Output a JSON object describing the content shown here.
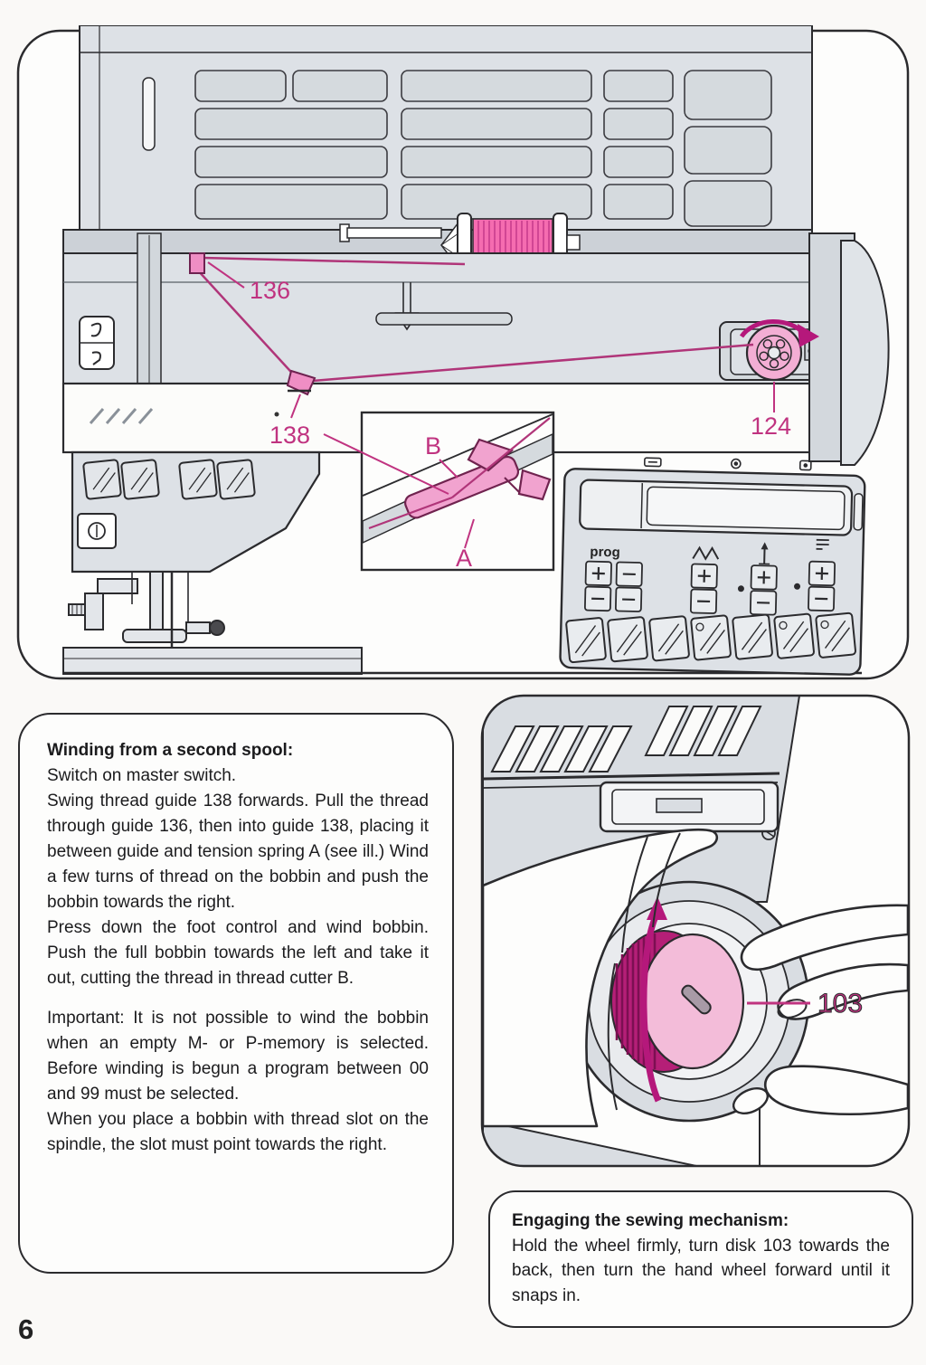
{
  "page": {
    "number": "6"
  },
  "colors": {
    "magenta_label": "#c03380",
    "thread": "#b03579",
    "arrow": "#b5187b",
    "spool_pink": "#f56cb0",
    "disk_pink": "#f3bcd9",
    "machine_gray": "#dce0e5",
    "line": "#2b2b2e"
  },
  "top_illustration": {
    "labels": {
      "guide_upper": "136",
      "guide_lower": "138",
      "bobbin_winder": "124",
      "tension_spring": "A",
      "thread_cutter": "B",
      "prog": "prog"
    }
  },
  "winding_box": {
    "heading": "Winding from a second spool:",
    "para_1": "Switch on master switch.",
    "para_2": "Swing thread guide 138 forwards. Pull the thread through guide 136, then into guide 138, placing it between guide and tension spring A (see ill.) Wind a few turns of thread on the bobbin and push the bobbin towards the right.",
    "para_3": "Press down the foot control and wind bobbin. Push the full bobbin towards the left and take it out, cutting the thread in thread cutter B.",
    "para_4": "Important: It is not possible to wind the bobbin when an empty M- or P-memory is selected. Before winding is begun a program between 00 and 99 must be selected.",
    "para_5": "When you place a bobbin with thread slot on the spindle, the slot must point towards the right."
  },
  "hand_illustration": {
    "labels": {
      "disk": "103"
    }
  },
  "engaging_box": {
    "heading": "Engaging the sewing mechanism:",
    "body": "Hold the wheel firmly, turn disk 103 towards the back, then turn the hand wheel forward until it snaps in."
  }
}
